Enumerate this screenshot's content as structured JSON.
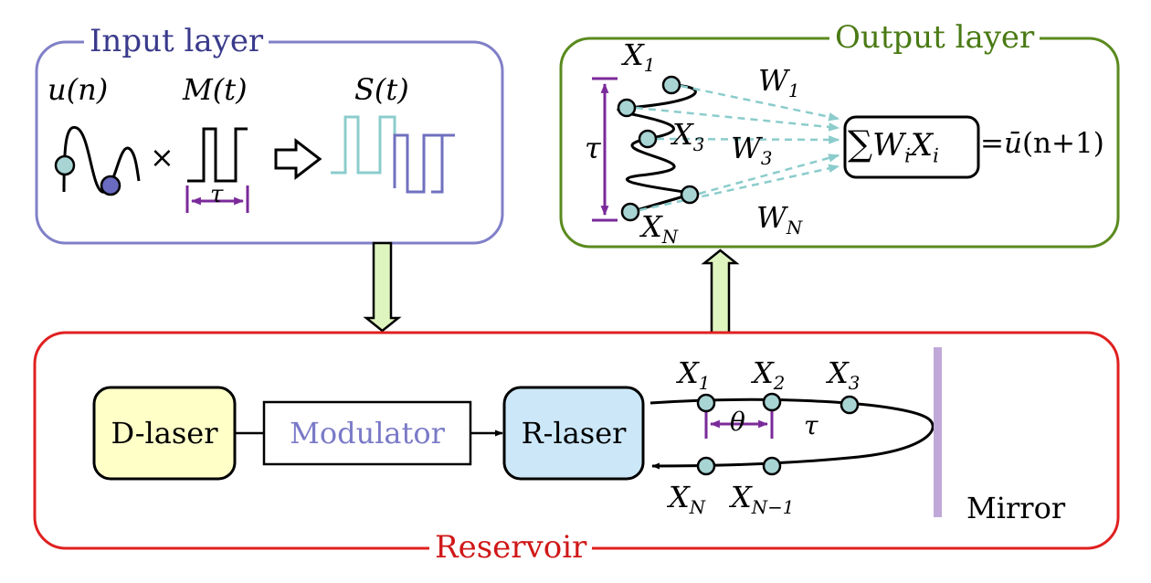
{
  "input_layer": {
    "title": "Input layer",
    "u_label": "u(n)",
    "times_symbol": "×",
    "m_label": "M(t)",
    "s_label": "S(t)",
    "tau_label": "τ"
  },
  "output_layer": {
    "title": "Output layer",
    "tau_label": "τ",
    "x1_main": "X",
    "x1_sub": "1",
    "x3_main": "X",
    "x3_sub": "3",
    "xn_main": "X",
    "xn_sub": "N",
    "w1_main": "W",
    "w1_sub": "1",
    "w3_main": "W",
    "w3_sub": "3",
    "wn_main": "W",
    "wn_sub": "N",
    "sum_symbol": "∑",
    "sum_w": "W",
    "sum_w_sub": "i",
    "sum_x": "X",
    "sum_x_sub": "i",
    "equals": "=",
    "result_u": "ū",
    "result_rest": "(n+1)"
  },
  "reservoir": {
    "title": "Reservoir",
    "d_laser_label": "D-laser",
    "modulator_label": "Modulator",
    "r_laser_label": "R-laser",
    "mirror_label": "Mirror",
    "theta_label": "θ",
    "tau_label": "τ",
    "x1_main": "X",
    "x1_sub": "1",
    "x2_main": "X",
    "x2_sub": "2",
    "x3_main": "X",
    "x3_sub": "3",
    "xn_main": "X",
    "xn_sub": "N",
    "xn1_main": "X",
    "xn1_sub": "N−1"
  },
  "colors": {
    "input_border": "#8080c8",
    "input_title": "#3a3a8c",
    "output_border": "#5a8a1e",
    "output_title": "#4a7a14",
    "reservoir_border": "#e02020",
    "reservoir_title": "#d01818",
    "node_fill": "#a8d4d4",
    "node_dark_fill": "#6a6ac0",
    "purple": "#7a2a9a",
    "teal": "#8ccccc",
    "signal_purple": "#7070c0",
    "arrow_fill": "#dff5c0",
    "d_laser_fill": "#ffffc8",
    "r_laser_fill": "#cce8f8",
    "modulator_text": "#7a7ac8",
    "mirror": "#c0a8d8"
  }
}
